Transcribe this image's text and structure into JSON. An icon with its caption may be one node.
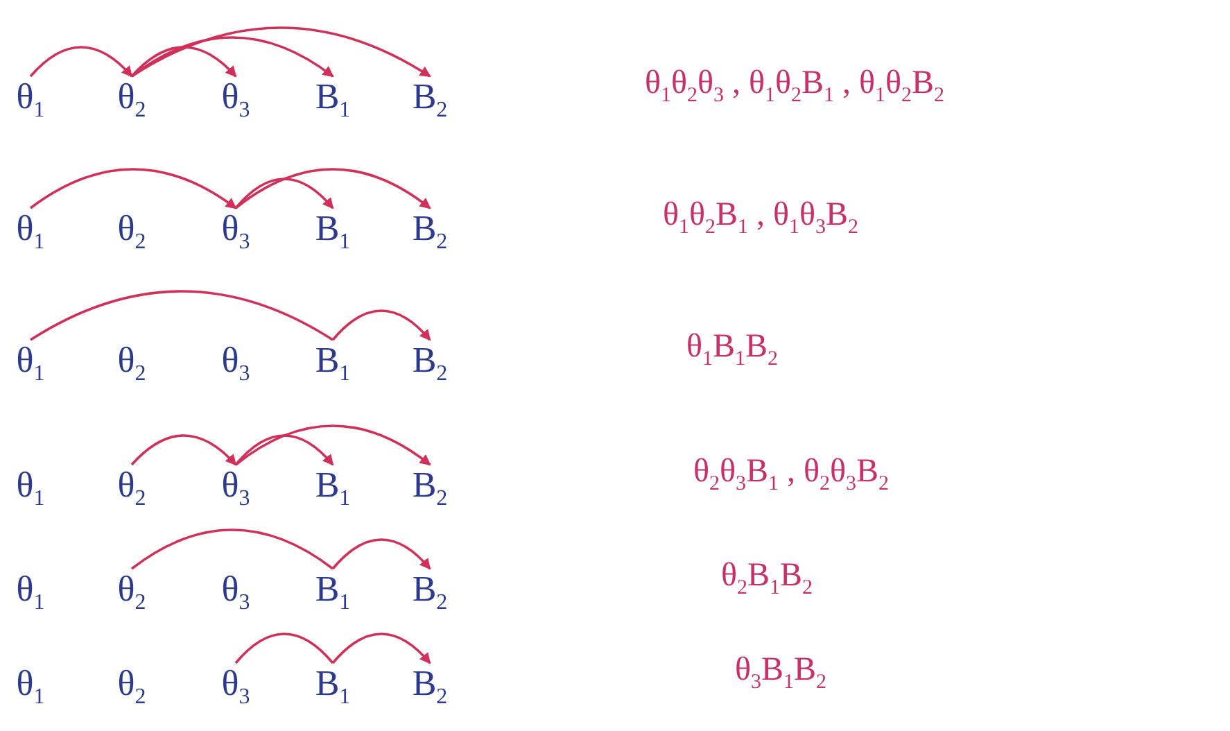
{
  "diagram": {
    "nodes": [
      {
        "text": [
          "θ$_{1}$"
        ]
      },
      {
        "text": [
          "θ$_{2}$"
        ]
      },
      {
        "text": [
          "θ$_{3}$"
        ]
      },
      {
        "text": [
          "B$_{1}$"
        ]
      },
      {
        "text": [
          "B$_{2}$"
        ]
      },
      {
        "text": [
          "θ$_{1}$"
        ]
      },
      {
        "text": [
          "θ$_{2}$"
        ]
      },
      {
        "text": [
          "θ$_{3}$"
        ]
      },
      {
        "text": [
          "B$_{1}$"
        ]
      },
      {
        "text": [
          "B$_{2}$"
        ]
      },
      {
        "text": [
          "θ$_{1}$"
        ]
      },
      {
        "text": [
          "θ$_{2}$"
        ]
      },
      {
        "text": [
          "θ$_{3}$"
        ]
      },
      {
        "text": [
          "B$_{1}$"
        ]
      },
      {
        "text": [
          "B$_{2}$"
        ]
      },
      {
        "text": [
          "θ$_{1}$"
        ]
      },
      {
        "text": [
          "θ$_{2}$"
        ]
      },
      {
        "text": [
          "θ$_{3}$"
        ]
      },
      {
        "text": [
          "B$_{1}$"
        ]
      },
      {
        "text": [
          "B$_{2}$"
        ]
      },
      {
        "text": [
          "θ$_{1}$"
        ]
      },
      {
        "text": [
          "θ$_{2}$"
        ]
      },
      {
        "text": [
          "θ$_{3}$"
        ]
      },
      {
        "text": [
          "B$_{1}$"
        ]
      },
      {
        "text": [
          "B$_{2}$"
        ]
      },
      {
        "text": [
          "θ$_{1}$"
        ]
      },
      {
        "text": [
          "θ$_{2}$"
        ]
      },
      {
        "text": [
          "θ$_{3}$"
        ]
      },
      {
        "text": [
          "B$_{1}$"
        ]
      },
      {
        "text": [
          "B$_{2}$"
        ]
      }
    ],
    "edges": [
      {
        "from": 0,
        "to": 1,
        "arrow": "to"
      },
      {
        "from": 1,
        "to": 2,
        "arrow": "to"
      },
      {
        "from": 1,
        "to": 3,
        "arrow": "to"
      },
      {
        "from": 1,
        "to": 4,
        "arrow": "to"
      },
      {
        "from": 5,
        "to": 7,
        "arrow": "to"
      },
      {
        "from": 7,
        "to": 8,
        "arrow": "to"
      },
      {
        "from": 7,
        "to": 9,
        "arrow": "to"
      },
      {
        "from": 10,
        "to": 13,
        "arrow": "none"
      },
      {
        "from": 13,
        "to": 14,
        "arrow": "to"
      },
      {
        "from": 16,
        "to": 17,
        "arrow": "to"
      },
      {
        "from": 17,
        "to": 18,
        "arrow": "to"
      },
      {
        "from": 17,
        "to": 19,
        "arrow": "to"
      },
      {
        "from": 21,
        "to": 23,
        "arrow": "none"
      },
      {
        "from": 23,
        "to": 24,
        "arrow": "to"
      },
      {
        "from": 27,
        "to": 28,
        "arrow": "none"
      },
      {
        "from": 28,
        "to": 29,
        "arrow": "to"
      }
    ],
    "labels": [
      "θ$_{1}$θ$_{2}$θ$_{3}$ , θ$_{1}$θ$_{2}$B$_{1}$ , θ$_{1}$θ$_{2}$B$_{2}$",
      "θ$_{1}$θ$_{2}$B$_{1}$ , θ$_{1}$θ$_{3}$B$_{2}$",
      "θ$_{1}$B$_{1}$B$_{2}$",
      "θ$_{2}$θ$_{3}$B$_{1}$ , θ$_{2}$θ$_{3}$B$_{2}$",
      "θ$_{2}$B$_{1}$B$_{2}$",
      "θ$_{3}$B$_{1}$B$_{2}$"
    ]
  }
}
